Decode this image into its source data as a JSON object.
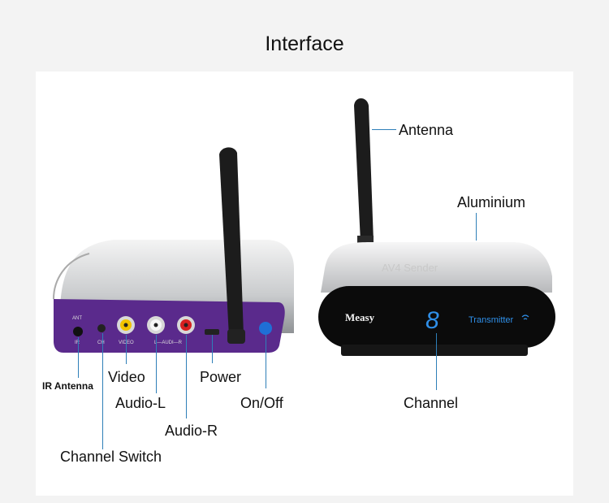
{
  "page": {
    "title": "Interface"
  },
  "left_device": {
    "panel_labels": {
      "ant": "ANT",
      "ir": "IR",
      "ch": "CH",
      "video": "VIDEO",
      "audio": "L—AUDI—R"
    }
  },
  "right_device": {
    "brand": "Measy",
    "display_digit": "8",
    "mode": "Transmitter",
    "face_engraving": "AV4 Sender"
  },
  "callouts": {
    "ir_antenna": "IR Antenna",
    "video": "Video",
    "audio_l": "Audio-L",
    "power": "Power",
    "on_off": "On/Off",
    "audio_r": "Audio-R",
    "channel_switch": "Channel Switch",
    "antenna": "Antenna",
    "aluminium": "Aluminium",
    "channel": "Channel"
  },
  "colors": {
    "callout_line": "#2e7fb8",
    "panel_purple": "#5a2a8c",
    "display_blue": "#2f8fe8"
  }
}
